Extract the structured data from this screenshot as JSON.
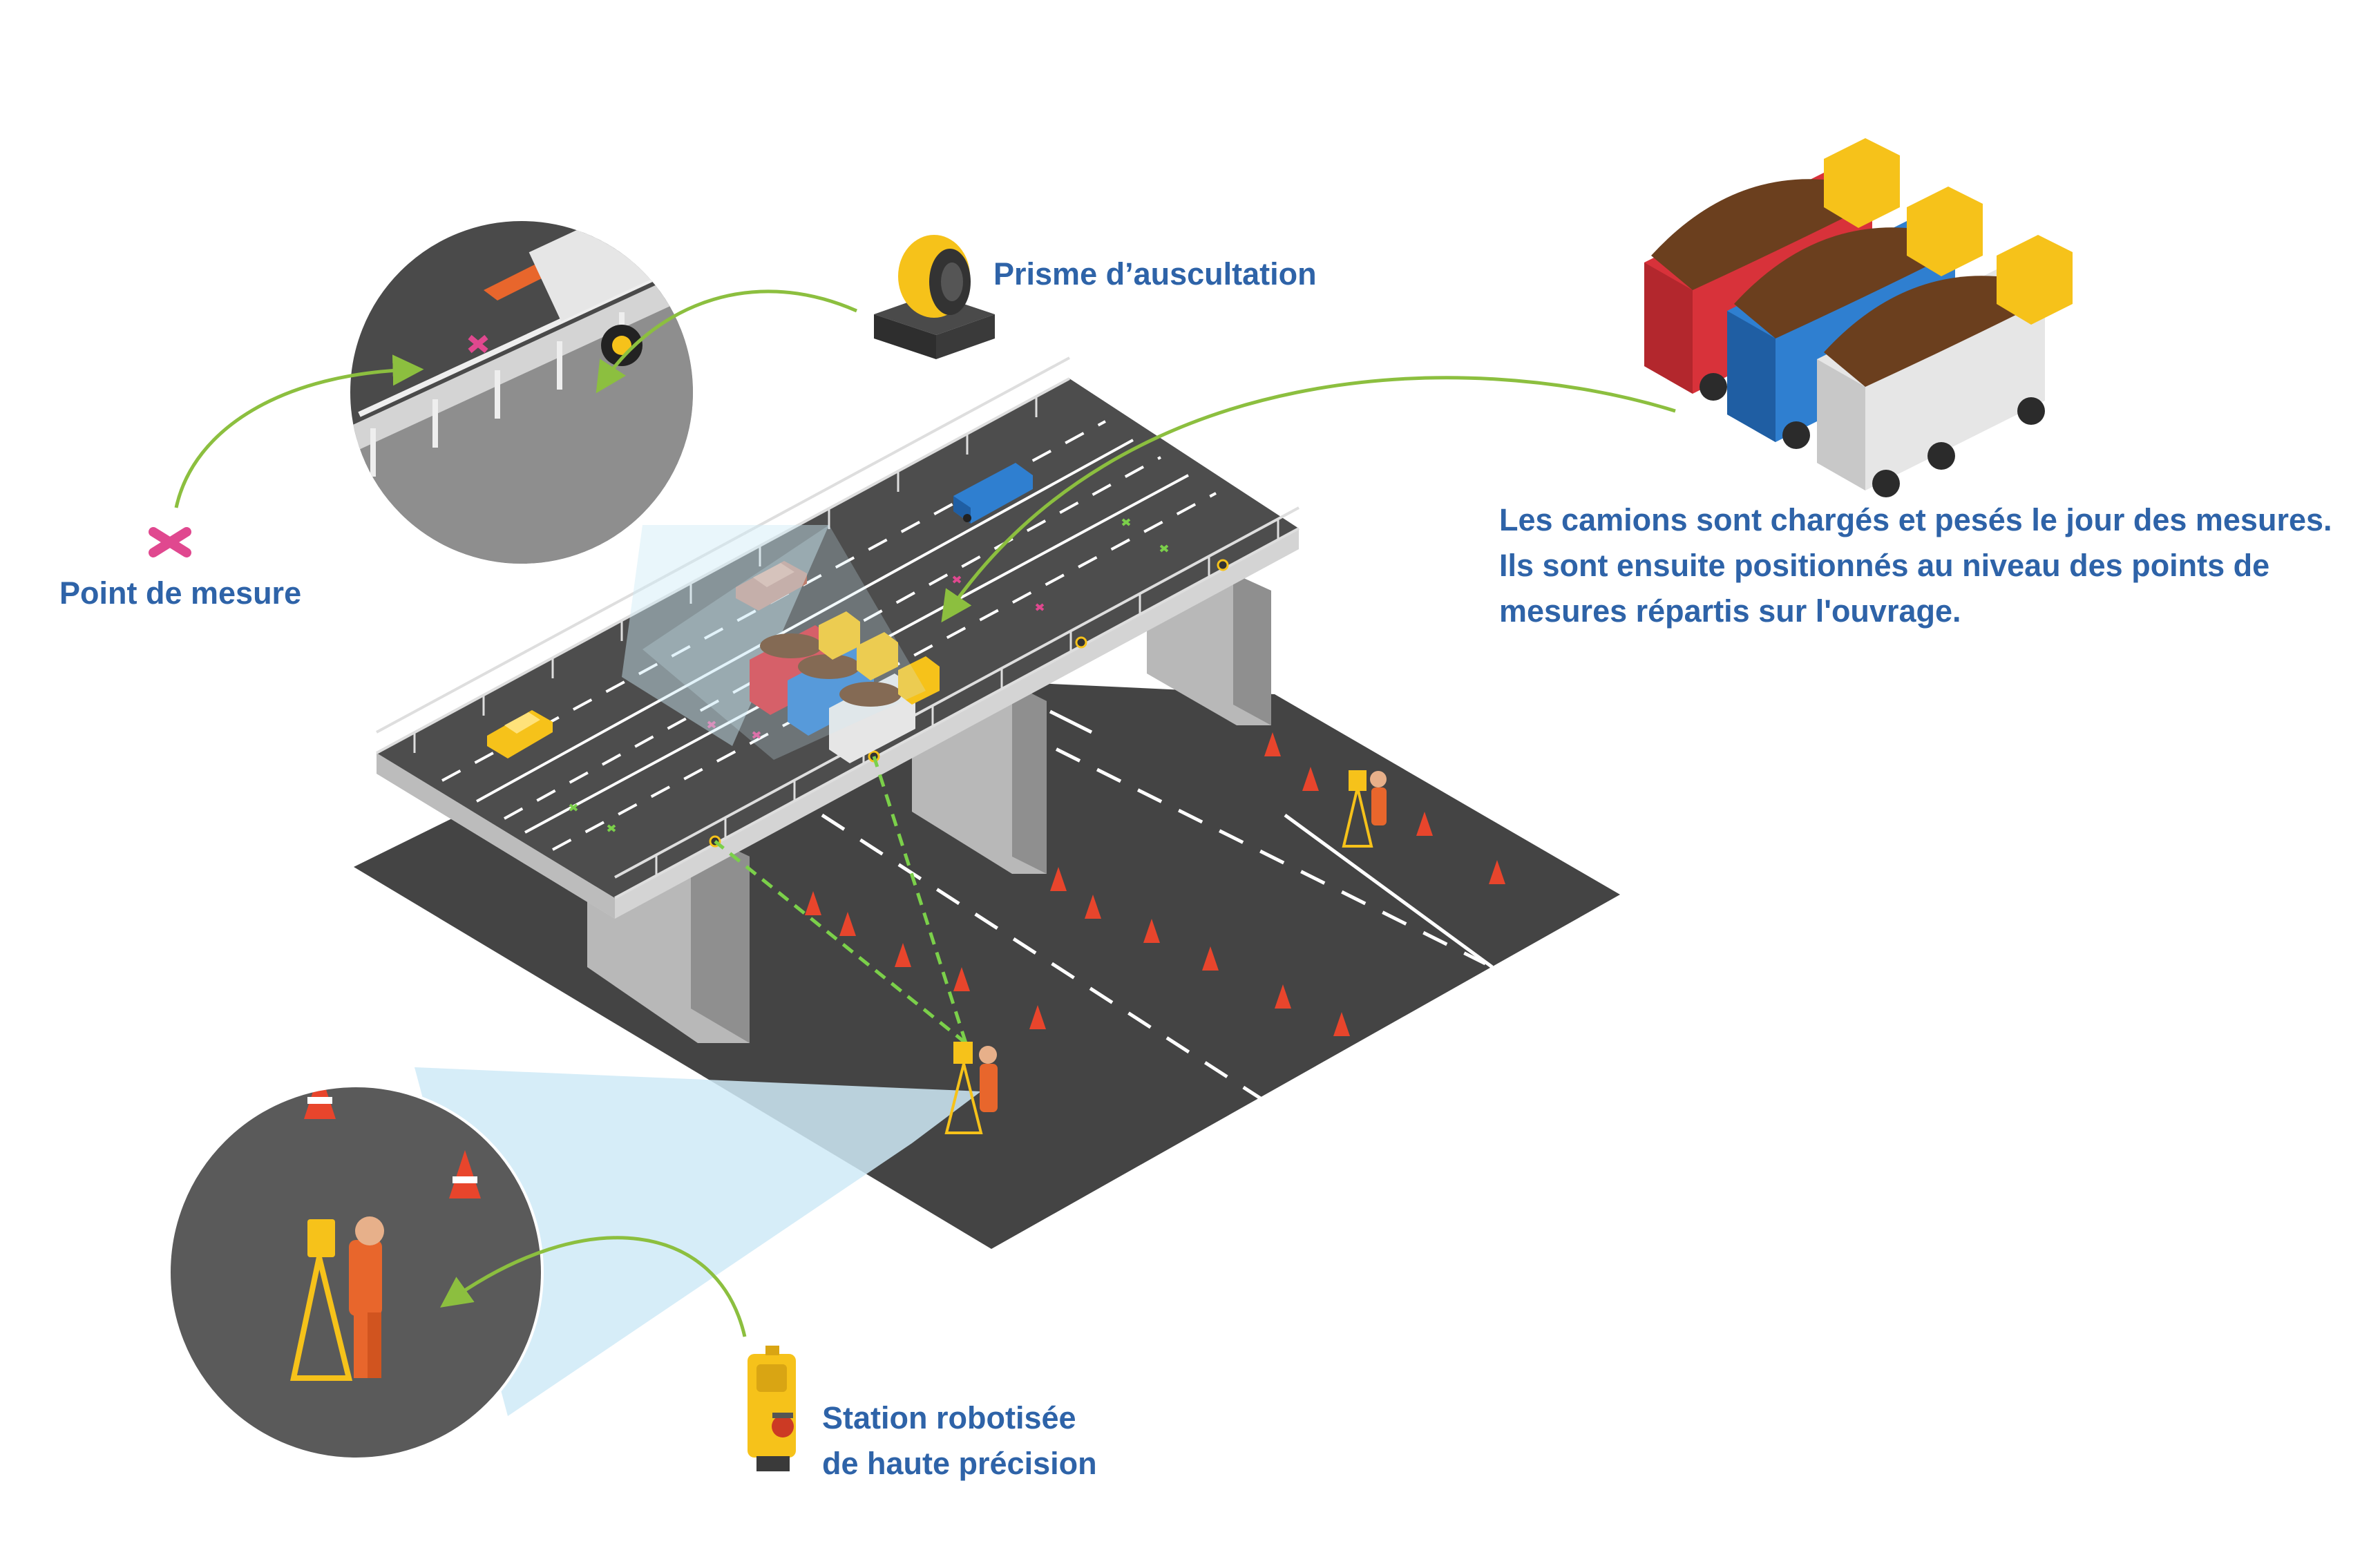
{
  "labels": {
    "prism": "Prisme d’auscultation",
    "measure_point": "Point de mesure",
    "trucks_line1": "Les camions sont chargés et pesés le jour des mesures.",
    "trucks_line2": "Ils sont ensuite positionnés au niveau des points de",
    "trucks_line3": "mesures répartis sur l'ouvrage.",
    "station_line1": "Station robotisée",
    "station_line2": "de haute précision"
  },
  "colors": {
    "label_text": "#2e63a8",
    "arrow": "#8cbf3f",
    "measure_cross": "#e0488f",
    "road": "#444444",
    "bridge_concrete": "#9a9a9a",
    "zoom_beam": "#cfeaf7",
    "sight_line": "#7bd04a",
    "truck_red": "#d8323a",
    "truck_blue": "#2f7fd0",
    "truck_white": "#e6e6e6",
    "truck_cab": "#f6c21a",
    "soil": "#6b3f1e",
    "cone": "#e8452c"
  }
}
